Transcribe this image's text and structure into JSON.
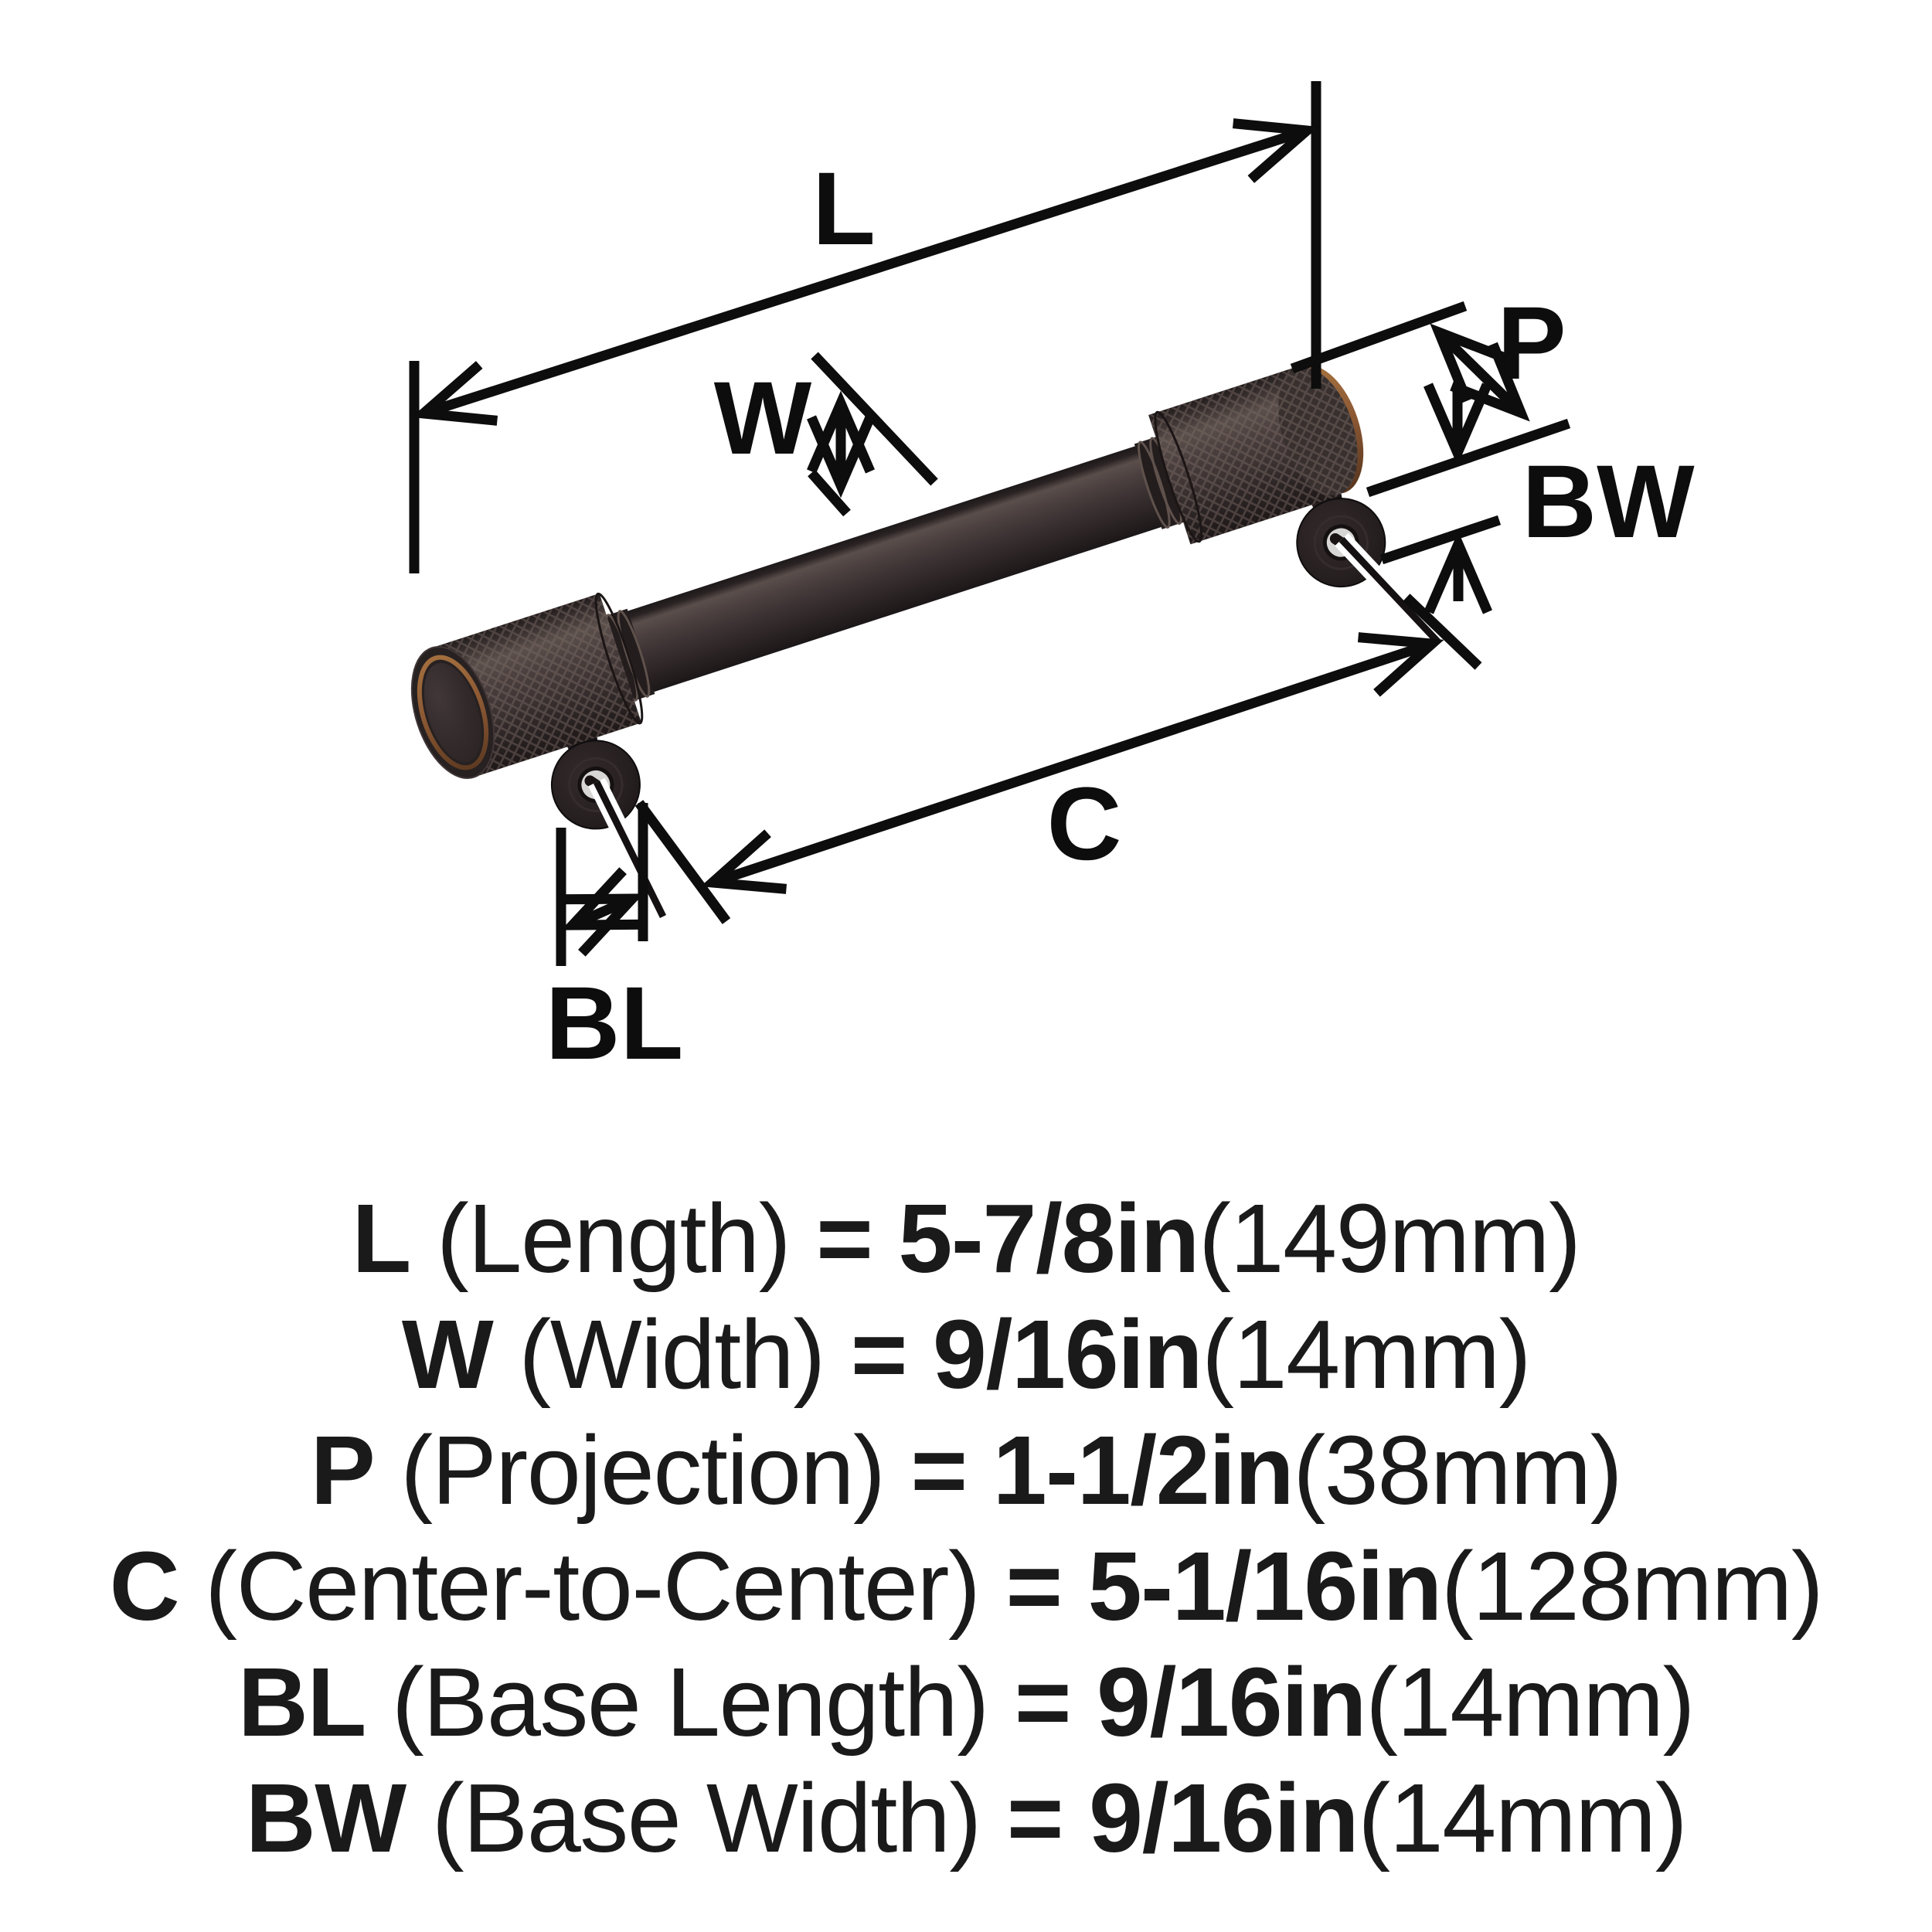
{
  "diagram": {
    "labels": {
      "length": "L",
      "width": "W",
      "projection": "P",
      "base_width": "BW",
      "center": "C",
      "base_length": "BL"
    },
    "product": "knurled-bar-cabinet-pull",
    "colors": {
      "background": "#ffffff",
      "dimension_line": "#0d0d0d",
      "handle_dark": "#3a3132",
      "handle_highlight": "#5b4f4b",
      "bronze_accent": "#8a5733",
      "screw_silver": "#d8d6d4"
    }
  },
  "specs": {
    "rows": [
      {
        "code": "L",
        "label": "(Length)",
        "eq": "=",
        "value": "5-7/8in",
        "metric": "(149mm)"
      },
      {
        "code": "W",
        "label": "(Width)",
        "eq": "=",
        "value": "9/16in",
        "metric": "(14mm)"
      },
      {
        "code": "P",
        "label": "(Projection)",
        "eq": "=",
        "value": "1-1/2in",
        "metric": "(38mm)"
      },
      {
        "code": "C",
        "label": "(Center-to-Center)",
        "eq": "=",
        "value": "5-1/16in",
        "metric": "(128mm)"
      },
      {
        "code": "BL",
        "label": "(Base Length)",
        "eq": "=",
        "value": "9/16in",
        "metric": "(14mm)"
      },
      {
        "code": "BW",
        "label": "(Base Width)",
        "eq": "=",
        "value": "9/16in",
        "metric": "(14mm)"
      }
    ]
  }
}
